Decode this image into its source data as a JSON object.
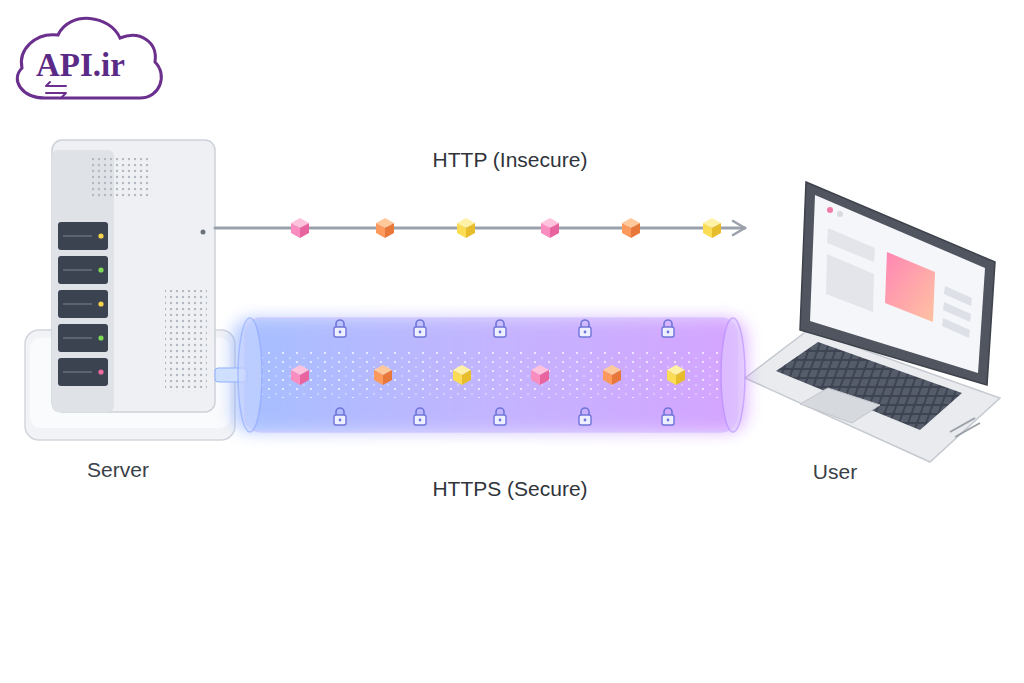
{
  "diagram": {
    "nodes": [
      {
        "text": [
          "Server"
        ]
      },
      {
        "text": [
          "User"
        ]
      }
    ],
    "edges": [
      {
        "from": 0,
        "to": 1,
        "arrow": "to",
        "label": "HTTP (Insecure)"
      },
      {
        "from": 0,
        "to": 1,
        "arrow": "to",
        "label": "HTTPS (Secure)"
      }
    ],
    "labels": [
      "API.ir"
    ]
  }
}
